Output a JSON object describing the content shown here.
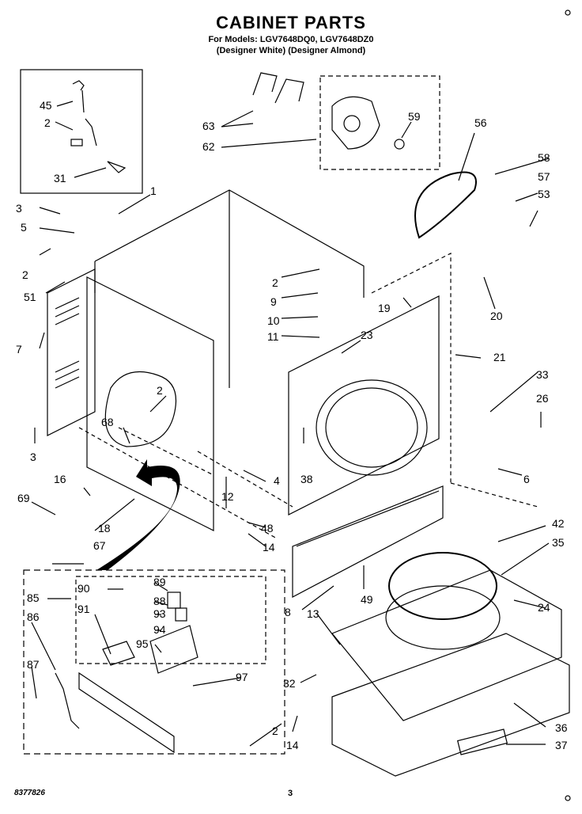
{
  "title": "CABINET PARTS",
  "models_line": "For Models: LGV7648DQ0, LGV7648DZ0",
  "colors_line": "(Designer White) (Designer Almond)",
  "part_labels": [
    {
      "id": "l45",
      "text": "45"
    },
    {
      "id": "l2a",
      "text": "2"
    },
    {
      "id": "l31",
      "text": "31"
    },
    {
      "id": "l1",
      "text": "1"
    },
    {
      "id": "l3a",
      "text": "3"
    },
    {
      "id": "l5",
      "text": "5"
    },
    {
      "id": "l2b",
      "text": "2"
    },
    {
      "id": "l51",
      "text": "51"
    },
    {
      "id": "l7",
      "text": "7"
    },
    {
      "id": "l3b",
      "text": "3"
    },
    {
      "id": "l63",
      "text": "63"
    },
    {
      "id": "l62",
      "text": "62"
    },
    {
      "id": "l59",
      "text": "59"
    },
    {
      "id": "l56",
      "text": "56"
    },
    {
      "id": "l58",
      "text": "58"
    },
    {
      "id": "l57",
      "text": "57"
    },
    {
      "id": "l53",
      "text": "53"
    },
    {
      "id": "l2c",
      "text": "2"
    },
    {
      "id": "l9",
      "text": "9"
    },
    {
      "id": "l10",
      "text": "10"
    },
    {
      "id": "l11",
      "text": "11"
    },
    {
      "id": "l19",
      "text": "19"
    },
    {
      "id": "l20",
      "text": "20"
    },
    {
      "id": "l21",
      "text": "21"
    },
    {
      "id": "l23",
      "text": "23"
    },
    {
      "id": "l33",
      "text": "33"
    },
    {
      "id": "l26",
      "text": "26"
    },
    {
      "id": "l2d",
      "text": "2"
    },
    {
      "id": "l68",
      "text": "68"
    },
    {
      "id": "l16",
      "text": "16"
    },
    {
      "id": "l69",
      "text": "69"
    },
    {
      "id": "l18",
      "text": "18"
    },
    {
      "id": "l67",
      "text": "67"
    },
    {
      "id": "l12",
      "text": "12"
    },
    {
      "id": "l4",
      "text": "4"
    },
    {
      "id": "l48",
      "text": "48"
    },
    {
      "id": "l14a",
      "text": "14"
    },
    {
      "id": "l38",
      "text": "38"
    },
    {
      "id": "l6",
      "text": "6"
    },
    {
      "id": "l42",
      "text": "42"
    },
    {
      "id": "l35",
      "text": "35"
    },
    {
      "id": "l85",
      "text": "85"
    },
    {
      "id": "l90",
      "text": "90"
    },
    {
      "id": "l89",
      "text": "89"
    },
    {
      "id": "l88",
      "text": "88"
    },
    {
      "id": "l91",
      "text": "91"
    },
    {
      "id": "l93",
      "text": "93"
    },
    {
      "id": "l86",
      "text": "86"
    },
    {
      "id": "l94",
      "text": "94"
    },
    {
      "id": "l95",
      "text": "95"
    },
    {
      "id": "l87",
      "text": "87"
    },
    {
      "id": "l97",
      "text": "97"
    },
    {
      "id": "l8",
      "text": "8"
    },
    {
      "id": "l13",
      "text": "13"
    },
    {
      "id": "l49",
      "text": "49"
    },
    {
      "id": "l24",
      "text": "24"
    },
    {
      "id": "l32",
      "text": "32"
    },
    {
      "id": "l2e",
      "text": "2"
    },
    {
      "id": "l14b",
      "text": "14"
    },
    {
      "id": "l36",
      "text": "36"
    },
    {
      "id": "l37",
      "text": "37"
    }
  ],
  "part_number": "8377826",
  "page_number": "3"
}
